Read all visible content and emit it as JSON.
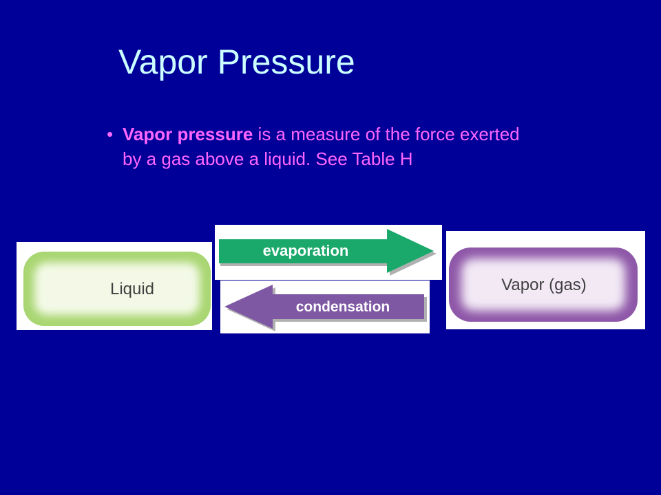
{
  "slide": {
    "title": "Vapor Pressure",
    "bullet": {
      "marker": "•",
      "term": "Vapor pressure",
      "line1_rest": " is a measure of the force exerted",
      "line2": "by a gas above a liquid.  See Table H"
    }
  },
  "diagram": {
    "liquid_label": "Liquid",
    "vapor_label": "Vapor (gas)",
    "evaporation_label": "evaporation",
    "condensation_label": "condensation",
    "colors": {
      "liquid_border": "#a9d672",
      "liquid_fill": "#f3f9e6",
      "vapor_border": "#8e57a8",
      "vapor_fill": "#f2e9f5",
      "evaporation_arrow": "#1aa96b",
      "condensation_arrow": "#7e58a3"
    }
  }
}
